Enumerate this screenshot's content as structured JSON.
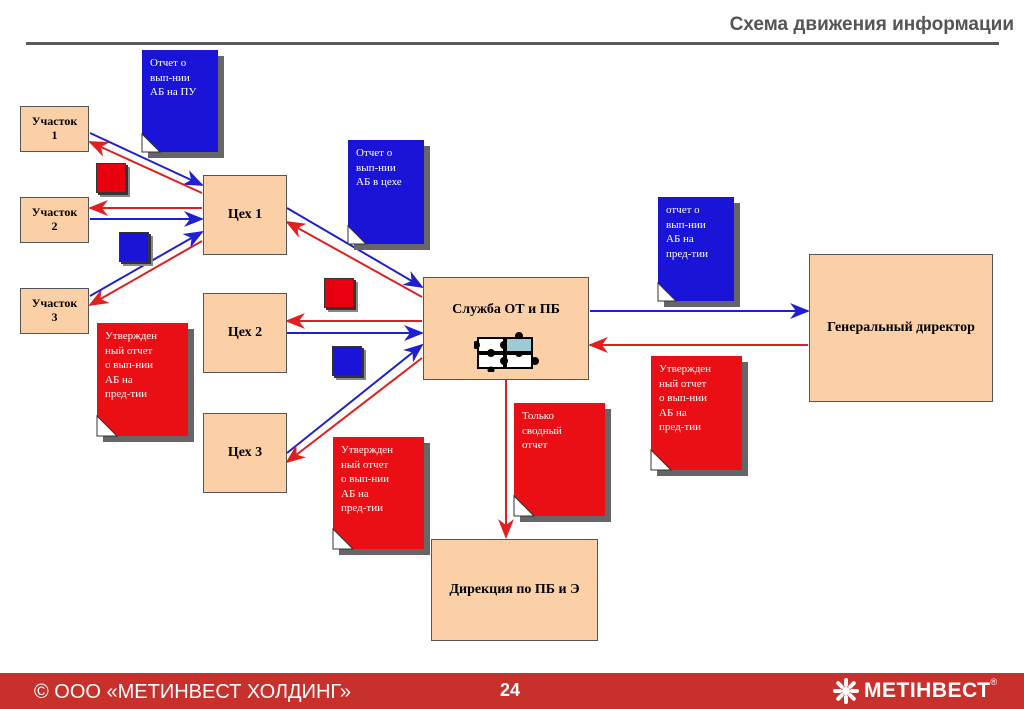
{
  "header": {
    "title": "Схема движения информации"
  },
  "nodes": {
    "uchastok1": "Участок\n1",
    "uchastok2": "Участок\n2",
    "uchastok3": "Участок\n3",
    "ceh1": "Цех 1",
    "ceh2": "Цех 2",
    "ceh3": "Цех 3",
    "sluzhba": "Служба ОТ и ПБ",
    "gendir": "Генеральный директор",
    "direkciya": "Дирекция по ПБ и Э"
  },
  "documents": {
    "otchet_pu": "Отчет о\nвып-нии\nАБ на ПУ",
    "otchet_ceh": "Отчет о\nвып-нии\nАБ в цехе",
    "otchet_pred": "отчет о\nвып-нии\nАБ на\nпред-тии",
    "utv_left": "Утвержден\nный отчет\nо вып-нии\nАБ на\nпред-тии",
    "utv_center": "Утвержден\nный отчет\nо вып-нии\nАБ на\nпред-тии",
    "utv_right": "Утвержден\nный отчет\nо вып-нии\nАБ на\nпред-тии",
    "svodnyi": "Только\nсводный\nотчет"
  },
  "colors": {
    "blue_flow": "#2020d0",
    "red_flow": "#e02020",
    "box_fill": "#fbd0a6",
    "footer": "#c8302c"
  },
  "footer": {
    "copyright": "© ООО «МЕТИНВЕСТ ХОЛДИНГ»",
    "page_number": "24",
    "logo_text": "МЕТІНВЕСТ",
    "logo_mark": "®"
  }
}
